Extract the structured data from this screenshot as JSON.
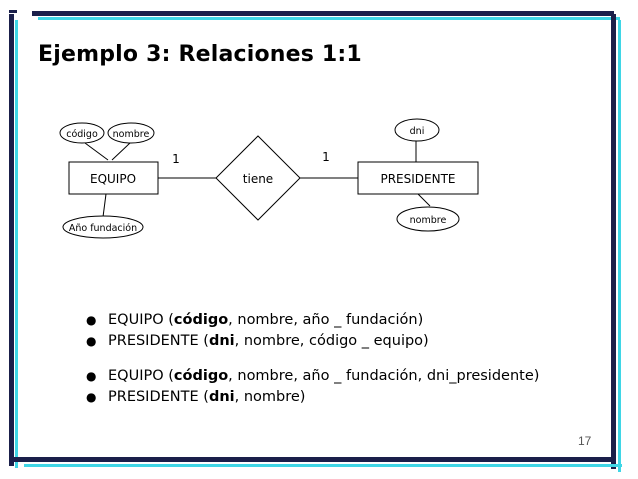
{
  "slide": {
    "title": "Ejemplo 3: Relaciones 1:1",
    "page_number": "17"
  },
  "diagram": {
    "entities": {
      "equipo": "EQUIPO",
      "presidente": "PRESIDENTE"
    },
    "relationship": "tiene",
    "cardinality": {
      "left": "1",
      "right": "1"
    },
    "attributes": {
      "equipo_codigo": "código",
      "equipo_nombre": "nombre",
      "equipo_fundacion": "Año fundación",
      "presidente_dni": "dni",
      "presidente_nombre": "nombre"
    }
  },
  "schemas": {
    "group1": [
      {
        "entity": "EQUIPO",
        "open": " (",
        "key": "código",
        "rest": ", nombre, año _ fundación)"
      },
      {
        "entity": "PRESIDENTE",
        "open": " (",
        "key": "dni",
        "rest": ", nombre, código _ equipo)"
      }
    ],
    "group2": [
      {
        "entity": "EQUIPO",
        "open": " (",
        "key": "código",
        "rest": ", nombre, año _ fundación, dni_presidente)"
      },
      {
        "entity": "PRESIDENTE",
        "open": " (",
        "key": "dni",
        "rest": ", nombre)"
      }
    ]
  },
  "colors": {
    "frame_dark": "#1a1f4a",
    "frame_cyan": "#3fd6e6"
  }
}
